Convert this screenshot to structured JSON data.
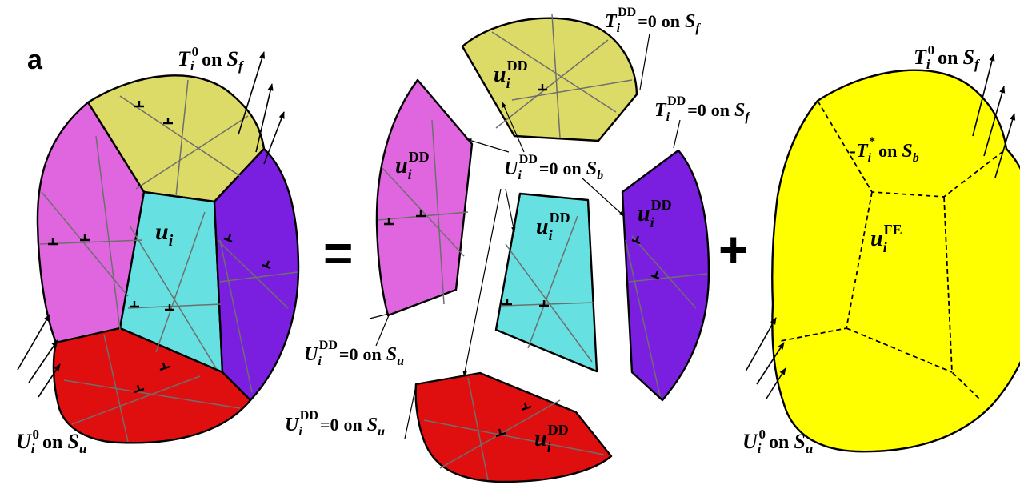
{
  "panel_label": "a",
  "operators": {
    "equals": "=",
    "plus": "+"
  },
  "colors": {
    "yellow_grain": "#dddb67",
    "magenta_grain": "#e066e0",
    "cyan_grain": "#66e0e0",
    "purple_grain": "#7a1fe0",
    "red_grain": "#e00f0f",
    "fe_body": "#ffff00"
  },
  "notation": {
    "on": "on",
    "eq_zero": "=0",
    "T": "T",
    "U": "U",
    "u": "u",
    "i": "i",
    "zero": "0",
    "DD": "DD",
    "FE": "FE",
    "star": "*",
    "minus_T": "-T",
    "S": "S",
    "f": "f",
    "u_sub": "u",
    "b": "b"
  }
}
